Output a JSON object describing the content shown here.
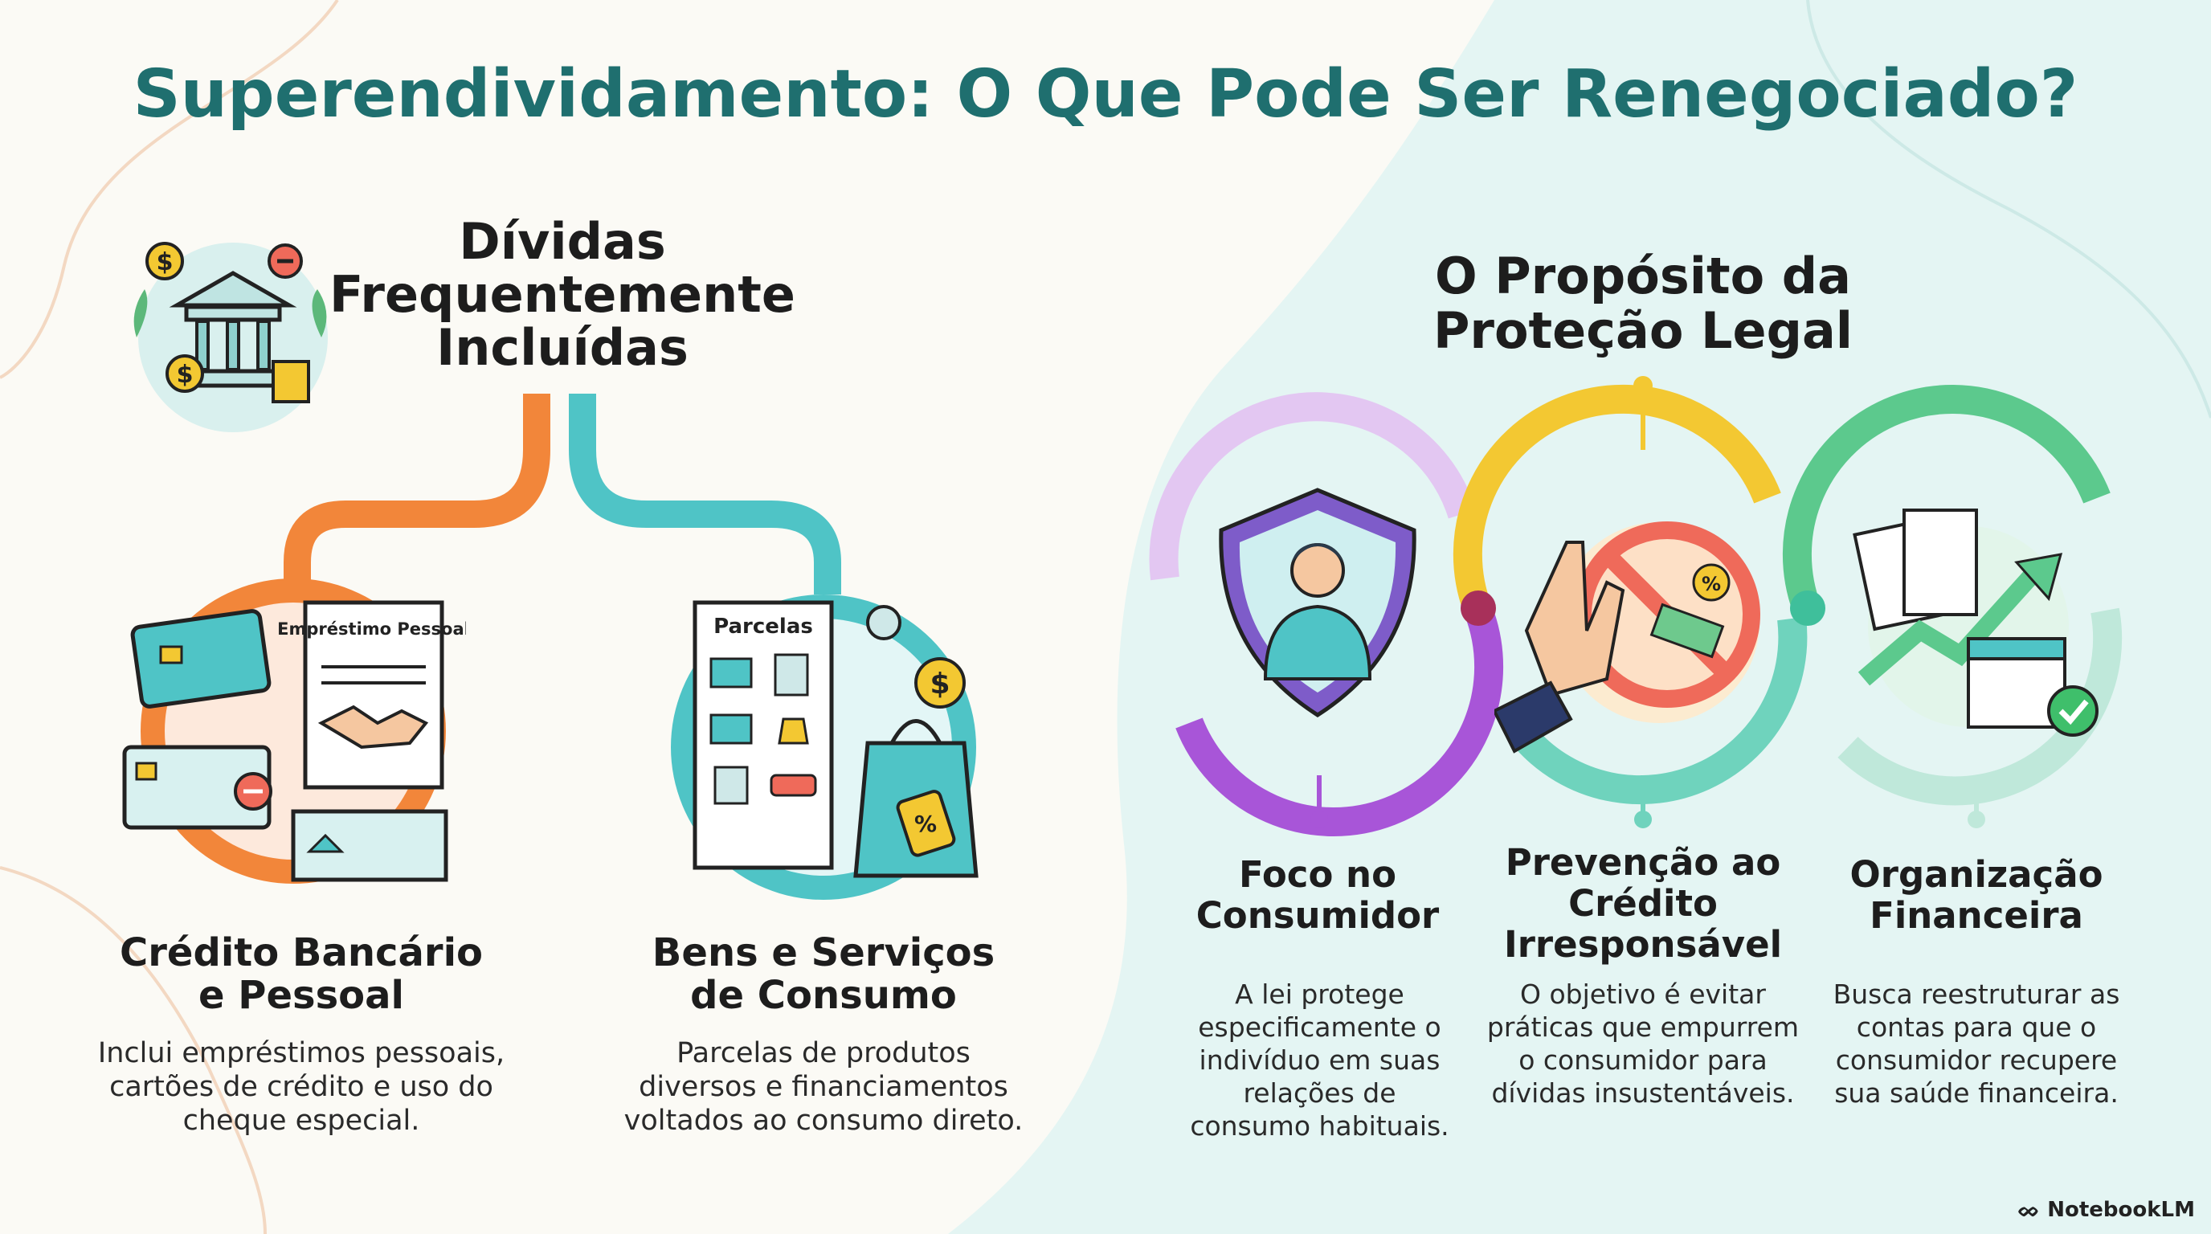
{
  "title": "Superendividamento: O Que Pode Ser Renegociado?",
  "left_section": {
    "heading": "Dívidas Frequentemente Incluídas",
    "cards": [
      {
        "title": "Crédito Bancário e Pessoal",
        "description": "Inclui empréstimos pessoais, cartões de crédito e uso do cheque especial.",
        "icon_label": "Empréstimo Pessoal"
      },
      {
        "title": "Bens e Serviços de Consumo",
        "description": "Parcelas de produtos diversos e financiamentos voltados ao consumo direto.",
        "icon_label": "Parcelas"
      }
    ]
  },
  "right_section": {
    "heading": "O Propósito da Proteção Legal",
    "items": [
      {
        "title": "Foco no Consumidor",
        "description": "A lei protege especificamente o indivíduo em suas relações de consumo habituais."
      },
      {
        "title": "Prevenção ao Crédito Irresponsável",
        "description": "O objetivo é evitar práticas que empurrem o consumidor para dívidas insustentáveis."
      },
      {
        "title": "Organização Financeira",
        "description": "Busca reestruturar as contas para que o consumidor recupere sua saúde financeira."
      }
    ]
  },
  "brand": "NotebookLM",
  "colors": {
    "title": "#1f6f6f",
    "orange": "#f2863a",
    "teal": "#4fc4c6",
    "purple": "#a855d8",
    "yellow": "#f3c832",
    "green": "#5cc98d",
    "mint_bg": "#e6f6f4"
  }
}
